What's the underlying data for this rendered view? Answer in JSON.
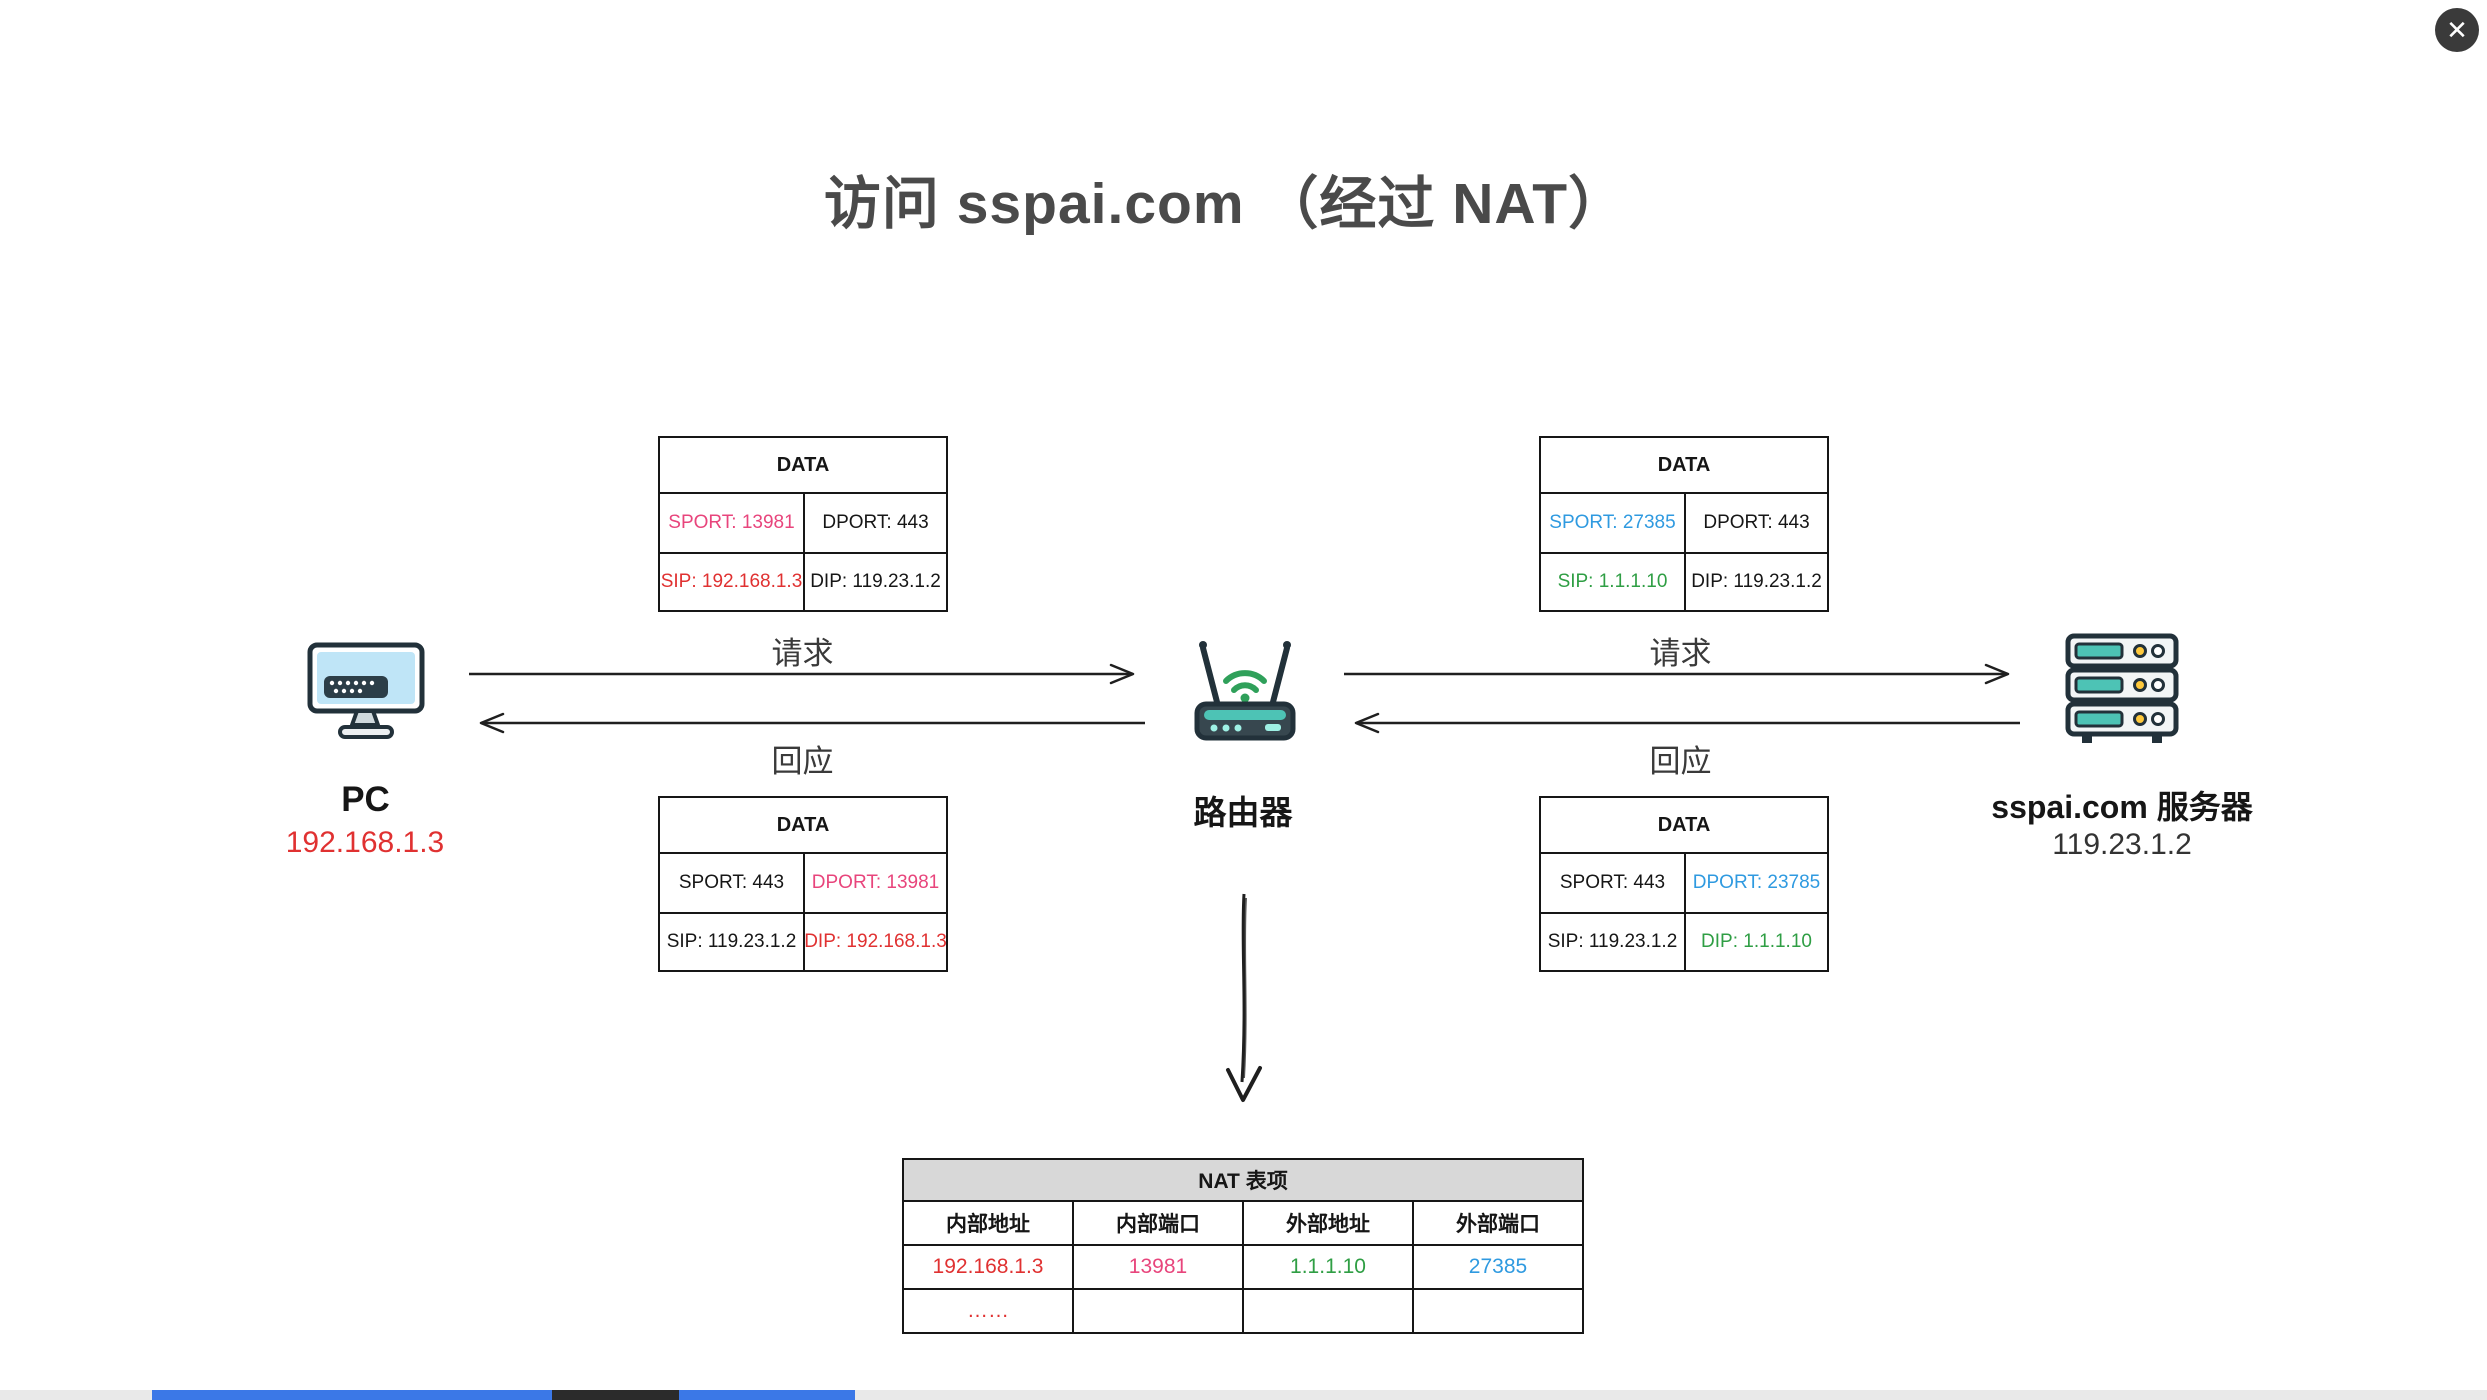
{
  "viewer": {
    "close_glyph": "✕"
  },
  "title": "访问 sspai.com （经过 NAT）",
  "nodes": {
    "pc": {
      "label": "PC",
      "ip": "192.168.1.3"
    },
    "router": {
      "label": "路由器"
    },
    "server": {
      "label": "sspai.com 服务器",
      "ip": "119.23.1.2"
    }
  },
  "flows": {
    "left_request_label": "请求",
    "left_response_label": "回应",
    "right_request_label": "请求",
    "right_response_label": "回应"
  },
  "packets": {
    "left_request": {
      "header": "DATA",
      "sport": "SPORT: 13981",
      "dport": "DPORT: 443",
      "sip": "SIP: 192.168.1.3",
      "dip": "DIP: 119.23.1.2"
    },
    "right_request": {
      "header": "DATA",
      "sport": "SPORT: 27385",
      "dport": "DPORT: 443",
      "sip": "SIP: 1.1.1.10",
      "dip": "DIP: 119.23.1.2"
    },
    "left_response": {
      "header": "DATA",
      "sport": "SPORT: 443",
      "dport": "DPORT: 13981",
      "sip": "SIP: 119.23.1.2",
      "dip": "DIP: 192.168.1.3"
    },
    "right_response": {
      "header": "DATA",
      "sport": "SPORT: 443",
      "dport": "DPORT: 23785",
      "sip": "SIP: 119.23.1.2",
      "dip": "DIP: 1.1.1.10"
    }
  },
  "nat_table": {
    "title": "NAT 表项",
    "headers": [
      "内部地址",
      "内部端口",
      "外部地址",
      "外部端口"
    ],
    "rows": [
      [
        "192.168.1.3",
        "13981",
        "1.1.1.10",
        "27385"
      ],
      [
        "……",
        "",
        "",
        ""
      ]
    ]
  },
  "icons": {
    "pc": "pc-icon",
    "router": "router-icon",
    "server": "server-icon",
    "close": "close-icon",
    "down_arrow": "down-arrow-icon"
  },
  "colors": {
    "internal_ip": "#e03131",
    "internal_port": "#e8457c",
    "external_ip": "#2f9e44",
    "external_port": "#2f9ae0",
    "nat_title_bg": "#d8d8d8",
    "title_text": "#4a4a4a",
    "strip_blue": "#3b78e7",
    "strip_dark": "#2b2b2b"
  }
}
